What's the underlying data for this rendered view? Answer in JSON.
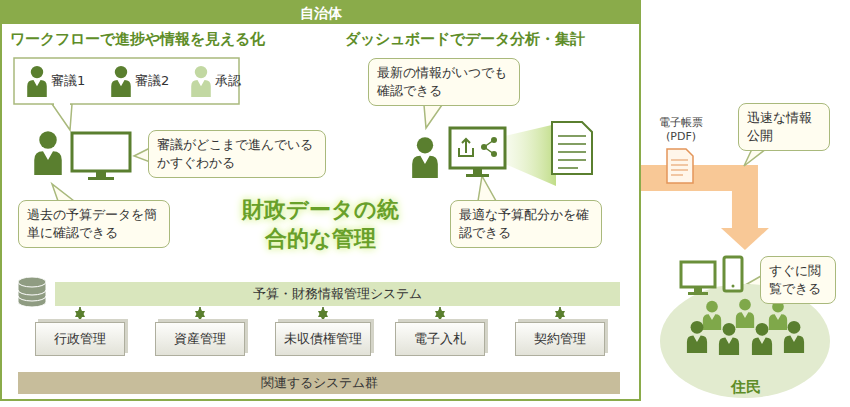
{
  "diagram": {
    "nodes": [
      {
        "text": [
          "自治体"
        ]
      },
      {
        "text": [
          "審議1"
        ],
        "in": 0
      },
      {
        "text": [
          "審議2"
        ],
        "in": 0
      },
      {
        "text": [
          "承認"
        ],
        "in": 0
      },
      {
        "text": [
          "審議がどこまで進んでいるかすぐわかる"
        ],
        "in": 0
      },
      {
        "text": [
          "過去の予算データを簡単に確認できる"
        ],
        "in": 0
      },
      {
        "text": [
          "最新の情報がいつでも確認できる"
        ],
        "in": 0
      },
      {
        "text": [
          "最適な予算配分かを確認できる"
        ],
        "in": 0
      },
      {
        "text": [
          "予算・財務情報管理システム"
        ],
        "in": 0
      },
      {
        "text": [
          "行政管理"
        ],
        "in": 0
      },
      {
        "text": [
          "資産管理"
        ],
        "in": 0
      },
      {
        "text": [
          "未収債権管理"
        ],
        "in": 0
      },
      {
        "text": [
          "電子入札"
        ],
        "in": 0
      },
      {
        "text": [
          "契約管理"
        ],
        "in": 0
      },
      {
        "text": [
          "関連するシステム群"
        ],
        "in": 0
      },
      {
        "text": [
          "迅速な情報公開"
        ]
      },
      {
        "text": [
          "すぐに閲覧できる"
        ]
      },
      {
        "text": [
          "住民"
        ]
      }
    ],
    "edges": [
      {
        "from": 1,
        "to": 2,
        "arrow": "to"
      },
      {
        "from": 2,
        "to": 3,
        "arrow": "to"
      },
      {
        "from": 8,
        "to": 9,
        "arrow": "both"
      },
      {
        "from": 8,
        "to": 10,
        "arrow": "both"
      },
      {
        "from": 8,
        "to": 11,
        "arrow": "both"
      },
      {
        "from": 8,
        "to": 12,
        "arrow": "both"
      },
      {
        "from": 8,
        "to": 13,
        "arrow": "both"
      },
      {
        "from": 0,
        "to": 17,
        "arrow": "to"
      }
    ],
    "labels": [
      "ワークフローで進捗や情報を見える化",
      "ダッシュボードでデータ分析・集計",
      "財政データの統合的な管理",
      "電子帳票 (PDF)"
    ]
  }
}
